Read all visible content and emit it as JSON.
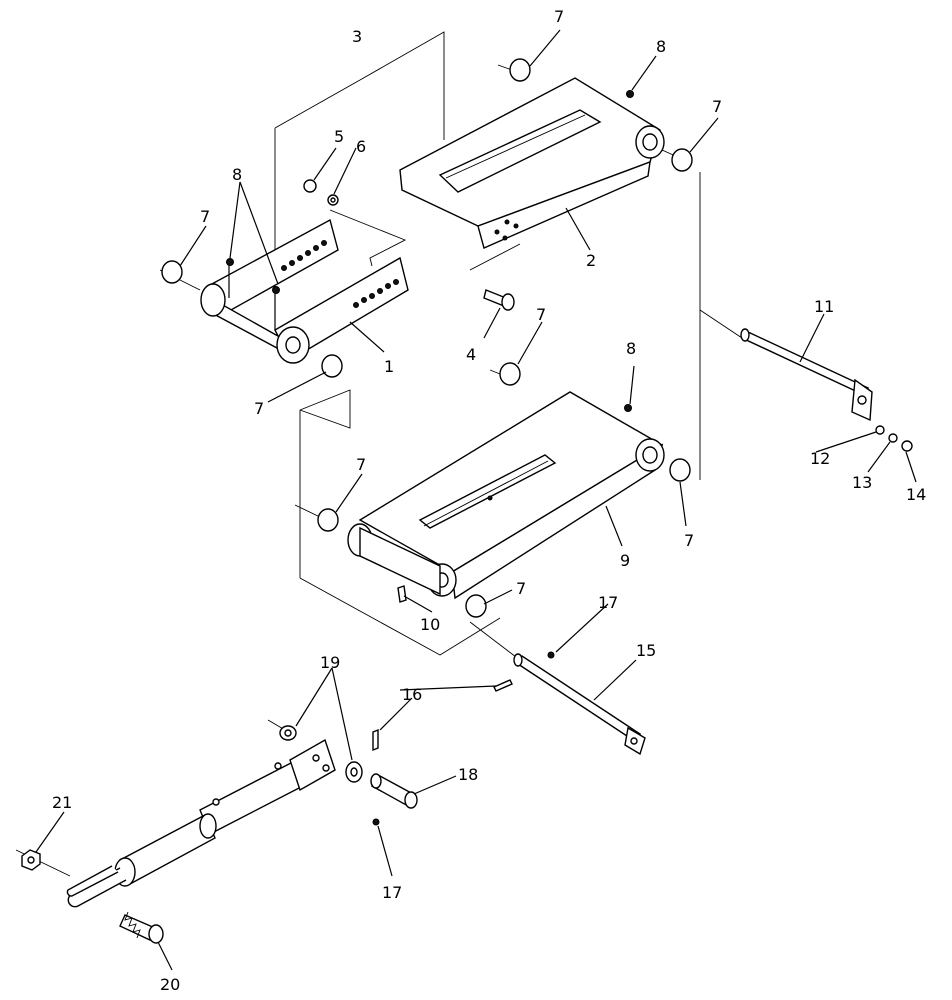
{
  "callouts": {
    "c1": "1",
    "c2": "2",
    "c3": "3",
    "c4": "4",
    "c5": "5",
    "c6": "6",
    "c7a": "7",
    "c7b": "7",
    "c7c": "7",
    "c7d": "7",
    "c7e": "7",
    "c7f": "7",
    "c7g": "7",
    "c7h": "7",
    "c8a": "8",
    "c8b": "8",
    "c8c": "8",
    "c9": "9",
    "c10": "10",
    "c11": "11",
    "c12": "12",
    "c13": "13",
    "c14": "14",
    "c15": "15",
    "c16": "16",
    "c17a": "17",
    "c17b": "17",
    "c18": "18",
    "c19": "19",
    "c20": "20",
    "c21": "21"
  }
}
